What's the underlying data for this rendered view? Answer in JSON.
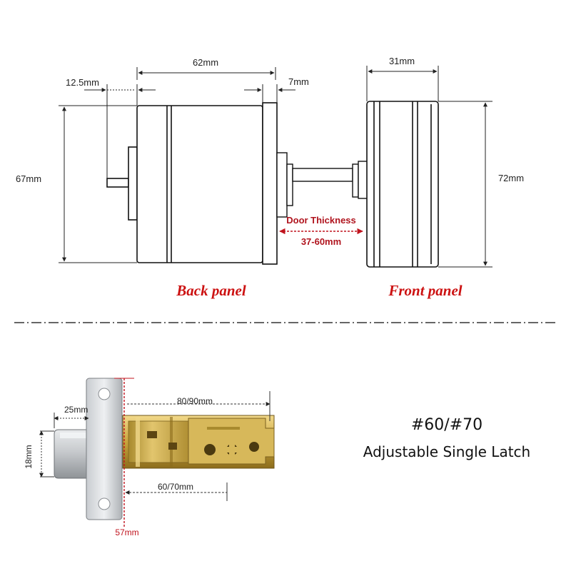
{
  "dimensions": {
    "back_width": "62mm",
    "back_offset": "12.5mm",
    "plate_thickness": "7mm",
    "back_height": "67mm",
    "front_width": "31mm",
    "front_height": "72mm"
  },
  "door_thickness": {
    "label": "Door Thickness",
    "range": "37-60mm"
  },
  "panels": {
    "back": "Back panel",
    "front": "Front panel"
  },
  "latch": {
    "length": "80/90mm",
    "backset": "60/70mm",
    "bolt_length": "25mm",
    "bolt_height": "18mm",
    "plate_height": "57mm",
    "model": "#60/#70",
    "description": "Adjustable Single Latch"
  },
  "colors": {
    "accent_red": "#cc1111",
    "brass": "#c9a53c",
    "steel": "#b8bcc0"
  }
}
